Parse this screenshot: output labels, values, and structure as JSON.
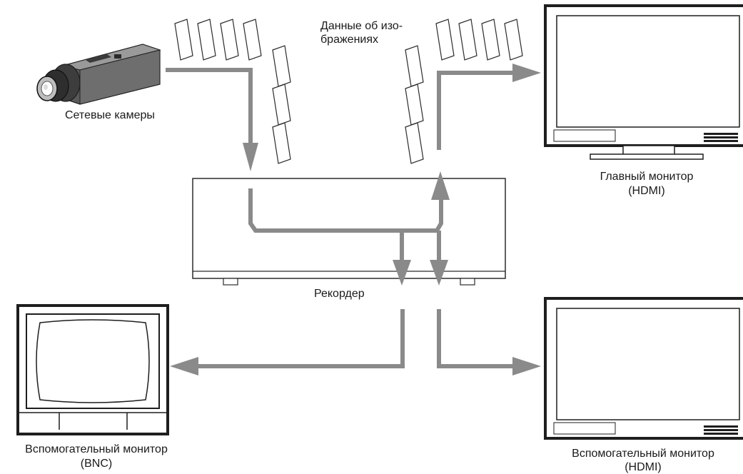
{
  "labels": {
    "cameras": "Сетевые камеры",
    "image_data_line1": "Данные об изо-",
    "image_data_line2": "бражениях",
    "recorder": "Рекордер",
    "main_monitor_line1": "Главный монитор",
    "main_monitor_line2": "(HDMI)",
    "aux_bnc_line1": "Вспомогательный монитор",
    "aux_bnc_line2": "(BNC)",
    "aux_hdmi_line1": "Вспомогательный монитор",
    "aux_hdmi_line2": "(HDMI)"
  },
  "colors": {
    "flow_arrow": "#8a8a8a",
    "outline": "#2b2b2b",
    "monitor_bezel": "#1e1e1e",
    "camera_body": "#4a4a4a"
  },
  "icons": [
    "network-camera-icon",
    "recorder-icon",
    "main-monitor-icon",
    "aux-bnc-monitor-icon",
    "aux-hdmi-monitor-icon",
    "image-data-frame-icon"
  ]
}
